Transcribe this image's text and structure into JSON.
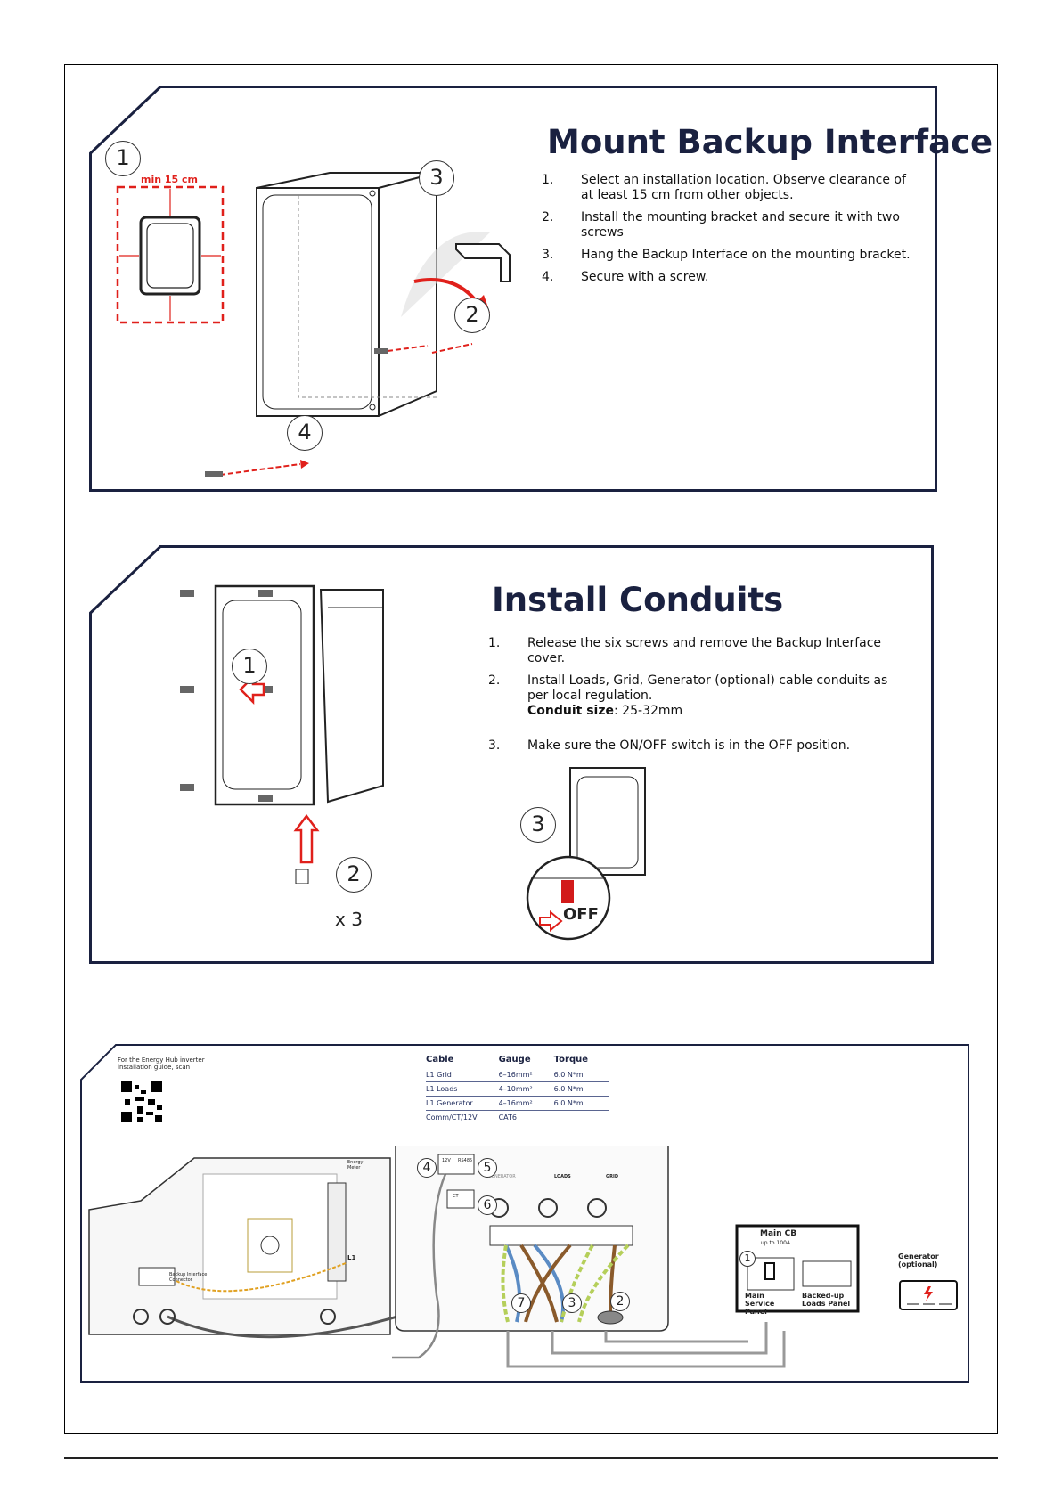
{
  "panel1": {
    "title": "Mount Backup Interface",
    "steps": [
      {
        "num": "1.",
        "text": "Select an installation location. Observe clearance of at least 15 cm from other objects."
      },
      {
        "num": "2.",
        "text": "Install the mounting bracket and secure it with two screws"
      },
      {
        "num": "3.",
        "text": "Hang the Backup Interface on the mounting bracket."
      },
      {
        "num": "4.",
        "text": "Secure with a screw."
      }
    ],
    "clearance_label": "min 15 cm",
    "callouts": [
      "1",
      "2",
      "3",
      "4"
    ]
  },
  "panel2": {
    "title": "Install Conduits",
    "steps": [
      {
        "num": "1.",
        "text": "Release the six screws and remove the Backup Interface cover."
      },
      {
        "num": "2.",
        "text": "Install Loads, Grid, Generator (optional) cable conduits as per local regulation."
      },
      {
        "num": "3.",
        "text": "Make sure the ON/OFF switch is in the OFF position."
      }
    ],
    "conduit_label": "Conduit size",
    "conduit_value": ": 25-32mm",
    "multiplier": "x 3",
    "off_label": "OFF",
    "callouts": [
      "1",
      "2",
      "3"
    ]
  },
  "panel3": {
    "qr_caption": "For the Energy Hub inverter installation guide, scan",
    "table": {
      "headers": [
        "Cable",
        "Gauge",
        "Torque"
      ],
      "rows": [
        [
          "L1 Grid",
          "6–16mm²",
          "6.0 N*m"
        ],
        [
          "L1 Loads",
          "4–10mm²",
          "6.0 N*m"
        ],
        [
          "L1 Generator",
          "4–16mm²",
          "6.0 N*m"
        ],
        [
          "Comm/CT/12V",
          "CAT6",
          ""
        ]
      ]
    },
    "terminal_labels": {
      "generator": "GENERATOR",
      "loads": "LOADS",
      "grid": "GRID",
      "l1": "L1",
      "twelve_v": "12V",
      "rs485": "RS485",
      "ct": "CT",
      "energy_meter": "Energy Meter",
      "backup_connector": "Backup Interface Connector"
    },
    "main_cb": "Main CB",
    "main_cb_sub": "up to 100A",
    "main_service_panel": "Main Service Panel",
    "backed_up_panel": "Backed-up Loads Panel",
    "generator_optional": "Generator (optional)",
    "callouts": [
      "4",
      "5",
      "6",
      "7",
      "3",
      "2",
      "1"
    ]
  },
  "colors": {
    "frame": "#1a2140",
    "red": "#e0201b",
    "wire_brown": "#8a5a2b",
    "wire_blue": "#5a8bc4",
    "wire_green": "#b5cf5a"
  }
}
